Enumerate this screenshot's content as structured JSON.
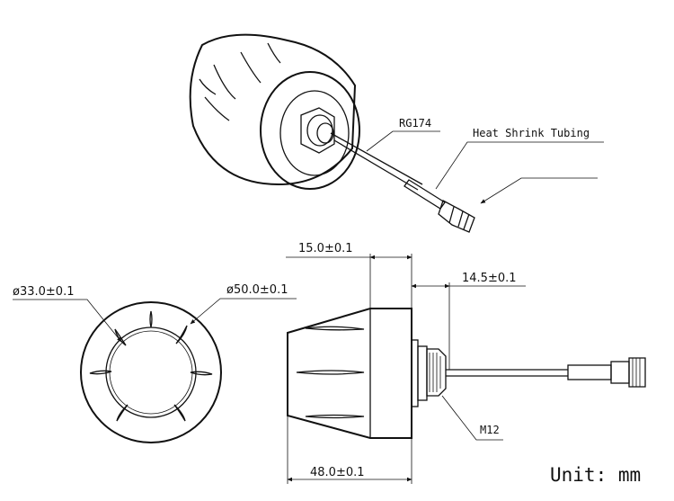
{
  "labels": {
    "cable": "RG174",
    "tubing": "Heat Shrink Tubing",
    "thread": "M12",
    "unit": "Unit:  mm"
  },
  "dimensions": {
    "front_inner_dia": "ø33.0±0.1",
    "front_outer_dia": "ø50.0±0.1",
    "body_length": "15.0±0.1",
    "connector_length": "14.5±0.1",
    "total_length": "48.0±0.1"
  }
}
